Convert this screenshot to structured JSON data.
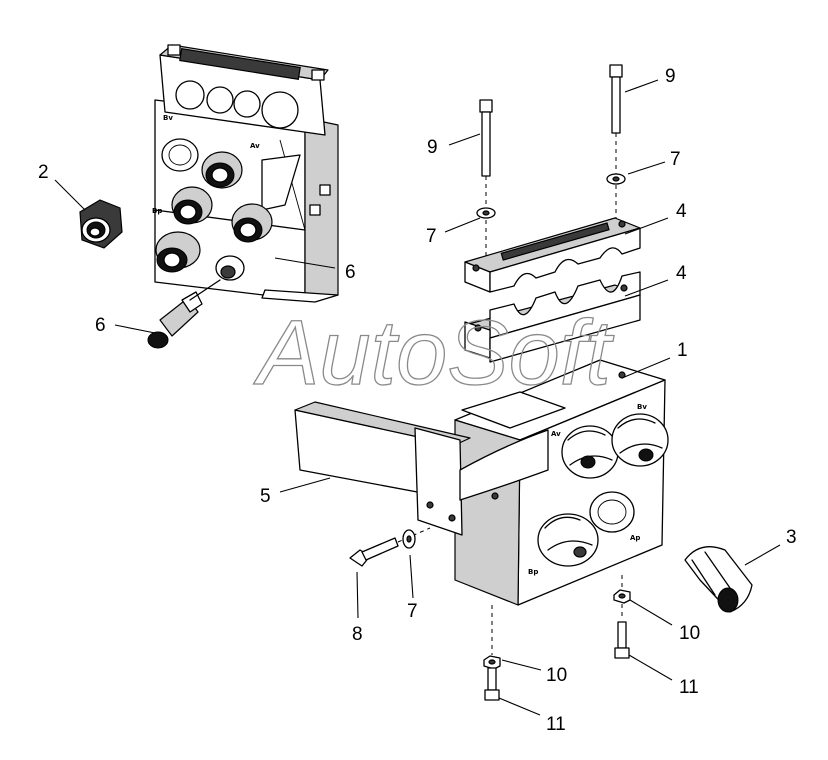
{
  "watermark": "AutoSoft",
  "port_labels": {
    "top_bv": "Bv",
    "top_av": "Av",
    "top_bp": "Bp",
    "main_av": "Av",
    "main_bv": "Bv",
    "main_ap": "Ap",
    "main_bp": "Bp"
  },
  "callouts": [
    {
      "id": "c1",
      "text": "1"
    },
    {
      "id": "c2",
      "text": "2"
    },
    {
      "id": "c3",
      "text": "3"
    },
    {
      "id": "c4a",
      "text": "4"
    },
    {
      "id": "c4b",
      "text": "4"
    },
    {
      "id": "c5",
      "text": "5"
    },
    {
      "id": "c6a",
      "text": "6"
    },
    {
      "id": "c6b",
      "text": "6"
    },
    {
      "id": "c7a",
      "text": "7"
    },
    {
      "id": "c7b",
      "text": "7"
    },
    {
      "id": "c7c",
      "text": "7"
    },
    {
      "id": "c8",
      "text": "8"
    },
    {
      "id": "c9a",
      "text": "9"
    },
    {
      "id": "c9b",
      "text": "9"
    },
    {
      "id": "c10a",
      "text": "10"
    },
    {
      "id": "c10b",
      "text": "10"
    },
    {
      "id": "c11a",
      "text": "11"
    },
    {
      "id": "c11b",
      "text": "11"
    }
  ]
}
